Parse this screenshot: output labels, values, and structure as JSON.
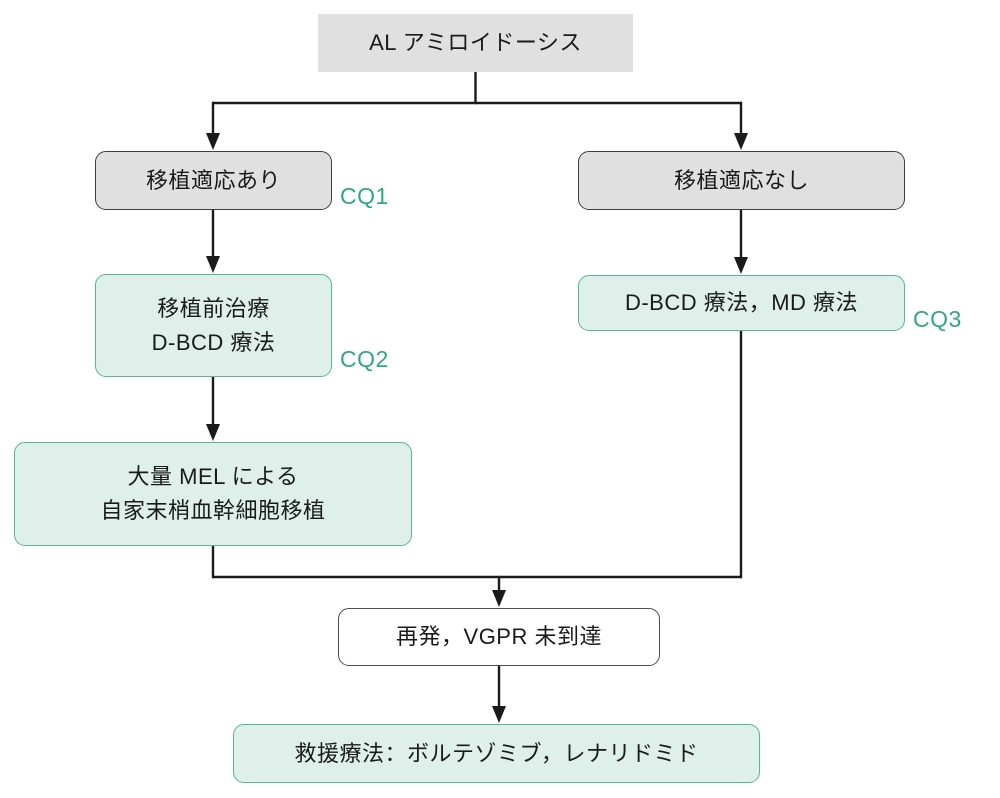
{
  "diagram": {
    "root": {
      "label": "AL アミロイドーシス"
    },
    "nodes": {
      "transplant_eligible": {
        "label": "移植適応あり",
        "cq": "CQ1"
      },
      "transplant_ineligible": {
        "label": "移植適応なし"
      },
      "pre_transplant": {
        "line1": "移植前治療",
        "line2": "D-BCD 療法",
        "cq": "CQ2"
      },
      "dbcd_md": {
        "label": "D-BCD 療法，MD 療法",
        "cq": "CQ3"
      },
      "mel_transplant": {
        "line1": "大量 MEL による",
        "line2": "自家末梢血幹細胞移植"
      },
      "relapse": {
        "label": "再発，VGPR 未到達"
      },
      "salvage": {
        "label": "救援療法：ボルテゾミブ，レナリドミド"
      }
    },
    "colors": {
      "gray_fill": "#e0e0e0",
      "gray_border": "#3d3d3d",
      "green_fill": "#def0e9",
      "green_border": "#56b795",
      "cq_text": "#2fa87f",
      "connector": "#1a1a1a"
    }
  }
}
